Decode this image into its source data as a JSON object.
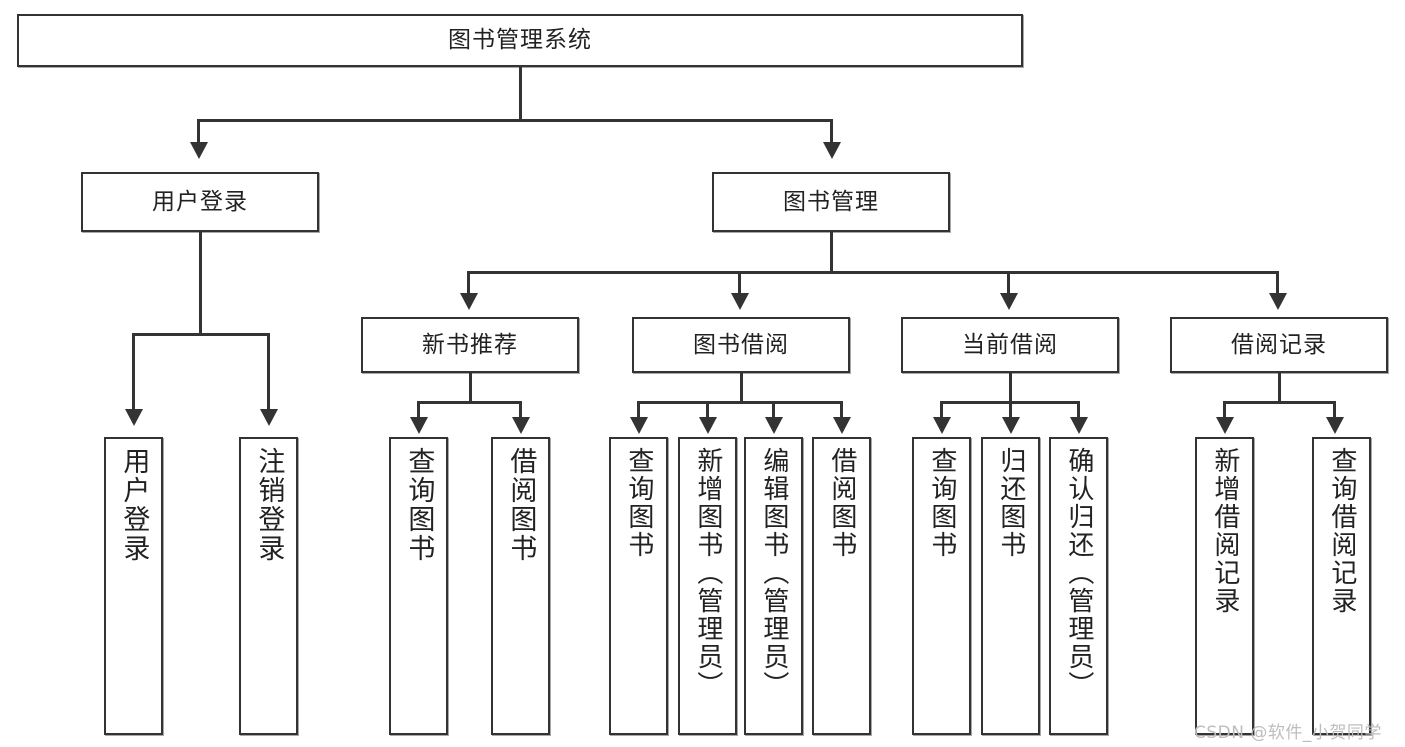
{
  "diagram": {
    "type": "tree",
    "title": "图书管理系统",
    "root": {
      "label": "图书管理系统",
      "level": 0
    },
    "level1": [
      {
        "label": "用户登录"
      },
      {
        "label": "图书管理"
      }
    ],
    "level2": [
      {
        "label": "新书推荐",
        "parent": "图书管理"
      },
      {
        "label": "图书借阅",
        "parent": "图书管理"
      },
      {
        "label": "当前借阅",
        "parent": "图书管理"
      },
      {
        "label": "借阅记录",
        "parent": "图书管理"
      }
    ],
    "leaves": {
      "user_login": [
        {
          "label": "用户登录"
        },
        {
          "label": "注销登录"
        }
      ],
      "new_book": [
        {
          "label": "查询图书"
        },
        {
          "label": "借阅图书"
        }
      ],
      "book_borrow": [
        {
          "label": "查询图书"
        },
        {
          "label": "新增图书（管理员）"
        },
        {
          "label": "编辑图书（管理员）"
        },
        {
          "label": "借阅图书"
        }
      ],
      "current_borrow": [
        {
          "label": "查询图书"
        },
        {
          "label": "归还图书"
        },
        {
          "label": "确认归还（管理员）"
        }
      ],
      "borrow_record": [
        {
          "label": "新增借阅记录"
        },
        {
          "label": "查询借阅记录"
        }
      ]
    }
  },
  "watermark": {
    "text": "CSDN @软件_小贺同学"
  },
  "colors": {
    "border": "#333333",
    "background": "#ffffff",
    "text": "#222222",
    "watermark": "#bdbdbd"
  }
}
